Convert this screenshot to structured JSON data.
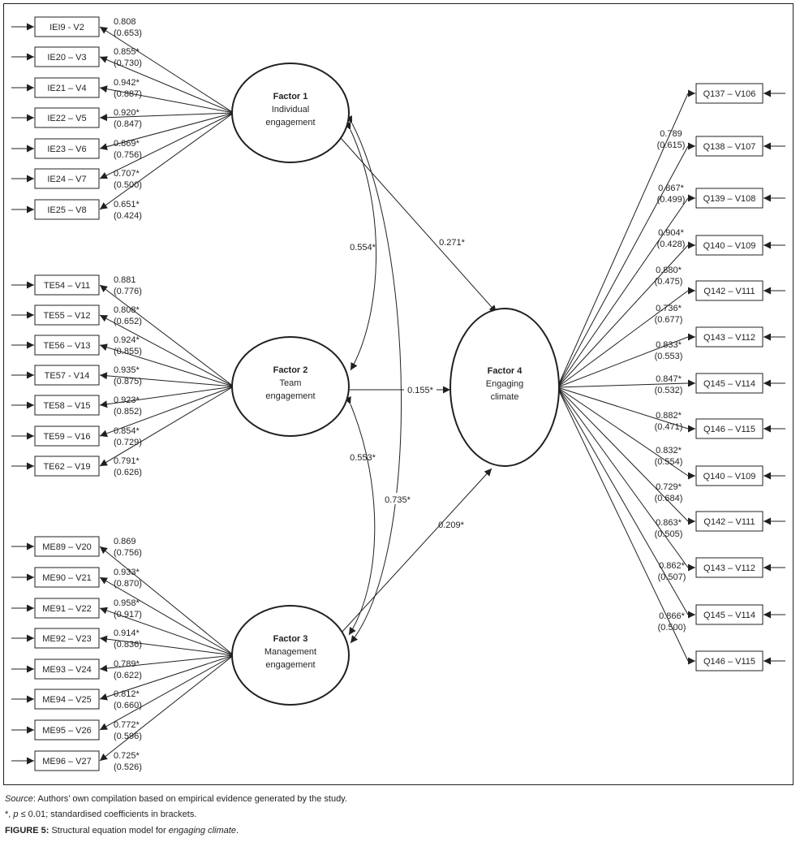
{
  "diagram": {
    "factors": {
      "f1": {
        "title": "Factor 1",
        "line1": "Individual",
        "line2": "engagement"
      },
      "f2": {
        "title": "Factor 2",
        "line1": "Team",
        "line2": "engagement"
      },
      "f3": {
        "title": "Factor 3",
        "line1": "Management",
        "line2": "engagement"
      },
      "f4": {
        "title": "Factor 4",
        "line1": "Engaging",
        "line2": "climate"
      }
    },
    "indicators_f1": [
      {
        "label": "IEI9 - V2",
        "coef": "0.808",
        "r2": "(0.653)"
      },
      {
        "label": "IE20 – V3",
        "coef": "0.855*",
        "r2": "(0.730)"
      },
      {
        "label": "IE21 – V4",
        "coef": "0.942*",
        "r2": "(0.887)"
      },
      {
        "label": "IE22 – V5",
        "coef": "0.920*",
        "r2": "(0.847)"
      },
      {
        "label": "IE23 – V6",
        "coef": "0.869*",
        "r2": "(0.756)"
      },
      {
        "label": "IE24 – V7",
        "coef": "0.707*",
        "r2": "(0.500)"
      },
      {
        "label": "IE25 – V8",
        "coef": "0.651*",
        "r2": "(0.424)"
      }
    ],
    "indicators_f2": [
      {
        "label": "TE54 – V11",
        "coef": "0.881",
        "r2": "(0.776)"
      },
      {
        "label": "TE55 – V12",
        "coef": "0.808*",
        "r2": "(0.652)"
      },
      {
        "label": "TE56 – V13",
        "coef": "0.924*",
        "r2": "(0.855)"
      },
      {
        "label": "TE57 - V14",
        "coef": "0.935*",
        "r2": "(0.875)"
      },
      {
        "label": "TE58 – V15",
        "coef": "0.923*",
        "r2": "(0.852)"
      },
      {
        "label": "TE59 – V16",
        "coef": "0.854*",
        "r2": "(0.729)"
      },
      {
        "label": "TE62 – V19",
        "coef": "0.791*",
        "r2": "(0.626)"
      }
    ],
    "indicators_f3": [
      {
        "label": "ME89 – V20",
        "coef": "0.869",
        "r2": "(0.756)"
      },
      {
        "label": "ME90 – V21",
        "coef": "0.933*",
        "r2": "(0.870)"
      },
      {
        "label": "ME91 – V22",
        "coef": "0.958*",
        "r2": "(0.917)"
      },
      {
        "label": "ME92 – V23",
        "coef": "0.914*",
        "r2": "(0.836)"
      },
      {
        "label": "ME93 – V24",
        "coef": "0.789*",
        "r2": "(0.622)"
      },
      {
        "label": "ME94 – V25",
        "coef": "0.812*",
        "r2": "(0.660)"
      },
      {
        "label": "ME95 – V26",
        "coef": "0.772*",
        "r2": "(0.596)"
      },
      {
        "label": "ME96 – V27",
        "coef": "0.725*",
        "r2": "(0.526)"
      }
    ],
    "indicators_f4": [
      {
        "label": "Q137 – V106",
        "coef": "0.789",
        "r2": "(0.615)"
      },
      {
        "label": "Q138 – V107",
        "coef": "0.867*",
        "r2": "(0.499)"
      },
      {
        "label": "Q139 – V108",
        "coef": "0.904*",
        "r2": "(0.428)"
      },
      {
        "label": "Q140 – V109",
        "coef": "0.880*",
        "r2": "(0.475)"
      },
      {
        "label": "Q142 – V111",
        "coef": "0.736*",
        "r2": "(0.677)"
      },
      {
        "label": "Q143 – V112",
        "coef": "0.833*",
        "r2": "(0.553)"
      },
      {
        "label": "Q145 – V114",
        "coef": "0.847*",
        "r2": "(0.532)"
      },
      {
        "label": "Q146 – V115",
        "coef": "0.882*",
        "r2": "(0.471)"
      },
      {
        "label": "Q140 – V109",
        "coef": "0.832*",
        "r2": "(0.554)"
      },
      {
        "label": "Q142 – V111",
        "coef": "0.729*",
        "r2": "(0.684)"
      },
      {
        "label": "Q143 – V112",
        "coef": "0.863*",
        "r2": "(0.505)"
      },
      {
        "label": "Q145 – V114",
        "coef": "0.862*",
        "r2": "(0.507)"
      },
      {
        "label": "Q146 – V115",
        "coef": "0.866*",
        "r2": "(0.500)"
      }
    ],
    "paths": {
      "f1_f4": "0.271*",
      "f2_f4": "0.155*",
      "f3_f4": "0.209*",
      "f1_f2": "0.554*",
      "f2_f3": "0.553*",
      "f1_f3": "0.735*"
    }
  },
  "caption": {
    "source_label": "Source",
    "source_text": ": Authors’ own compilation based on empirical evidence generated by the study.",
    "note_star": "*, ",
    "note_p": "p",
    "note_rest": " ≤ 0.01; standardised coefficients in brackets.",
    "figure_label": "FIGURE 5:",
    "figure_text": " Structural equation model for ",
    "figure_em": "engaging climate",
    "figure_end": "."
  }
}
